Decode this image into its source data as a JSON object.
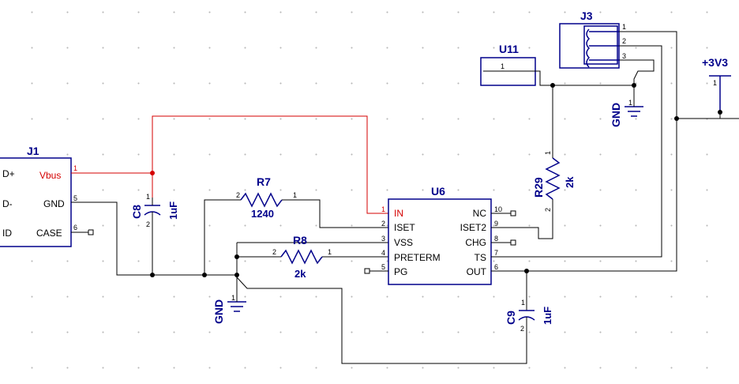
{
  "components": {
    "J1": {
      "ref": "J1",
      "pins": [
        {
          "name": "Vbus",
          "num": "1"
        },
        {
          "name": "GND",
          "num": "5"
        },
        {
          "name": "CASE",
          "num": "6"
        },
        {
          "name": "D+"
        },
        {
          "name": "D-"
        },
        {
          "name": "ID"
        }
      ]
    },
    "C8": {
      "ref": "C8",
      "value": "1uF",
      "pin1": "1",
      "pin2": "2"
    },
    "R7": {
      "ref": "R7",
      "value": "1240",
      "pin1": "1",
      "pin2": "2"
    },
    "R8": {
      "ref": "R8",
      "value": "2k",
      "pin1": "1",
      "pin2": "2"
    },
    "U6": {
      "ref": "U6",
      "left_pins": [
        {
          "name": "IN",
          "num": "1"
        },
        {
          "name": "ISET",
          "num": "2"
        },
        {
          "name": "VSS",
          "num": "3"
        },
        {
          "name": "PRETERM",
          "num": "4"
        },
        {
          "name": "PG",
          "num": "5"
        }
      ],
      "right_pins": [
        {
          "name": "NC",
          "num": "10"
        },
        {
          "name": "ISET2",
          "num": "9"
        },
        {
          "name": "CHG",
          "num": "8"
        },
        {
          "name": "TS",
          "num": "7"
        },
        {
          "name": "OUT",
          "num": "6"
        }
      ]
    },
    "R29": {
      "ref": "R29",
      "value": "2k",
      "pin1": "1",
      "pin2": "2"
    },
    "C9": {
      "ref": "C9",
      "value": "1uF",
      "pin1": "1",
      "pin2": "2"
    },
    "U11": {
      "ref": "U11",
      "pin1": "1"
    },
    "J3": {
      "ref": "J3",
      "pins": [
        "1",
        "2",
        "3"
      ]
    }
  },
  "nets": {
    "gnd_left": {
      "label": "GND",
      "pin": "1"
    },
    "gnd_right": {
      "label": "GND",
      "pin": "1"
    },
    "v3v3": {
      "label": "+3V3",
      "pin": "1"
    }
  },
  "colors": {
    "symbol": "#00008b",
    "wire": "#000000",
    "highlight": "#d40000"
  }
}
